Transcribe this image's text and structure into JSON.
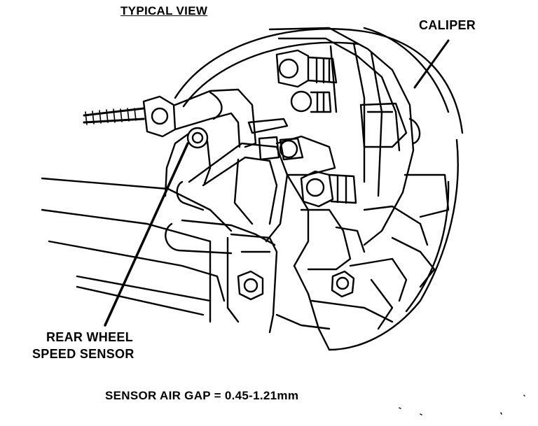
{
  "title": "TYPICAL VIEW",
  "labels": {
    "caliper": "CALIPER",
    "sensor_line1": "REAR WHEEL",
    "sensor_line2": "SPEED SENSOR"
  },
  "spec": "SENSOR AIR GAP = 0.45-1.21mm"
}
